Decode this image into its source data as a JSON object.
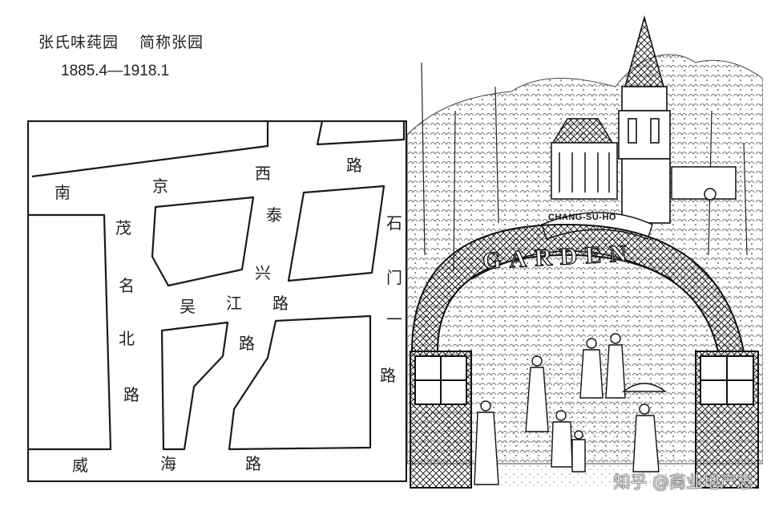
{
  "title": {
    "name": "张氏味莼园",
    "short_name": "简称张园",
    "period": "1885.4—1918.1"
  },
  "map": {
    "labels": {
      "nanjing_west": [
        "南",
        "京",
        "西",
        "路"
      ],
      "taixing": [
        "泰",
        "兴",
        "路"
      ],
      "maoming_north": [
        "茂",
        "名",
        "北",
        "路"
      ],
      "wujiang": [
        "吴",
        "江",
        "路"
      ],
      "shimen_1": [
        "石",
        "门",
        "一",
        "路"
      ],
      "weihai": [
        "威",
        "海",
        "路"
      ]
    },
    "colors": {
      "line": "#1a1a1a",
      "background": "#ffffff"
    }
  },
  "scene": {
    "sign_text": "CHANG-SU-HO",
    "arch_text": "GARDEN",
    "colors": {
      "ink": "#111111"
    }
  },
  "watermark": {
    "text": "知乎 @商业地产志"
  }
}
